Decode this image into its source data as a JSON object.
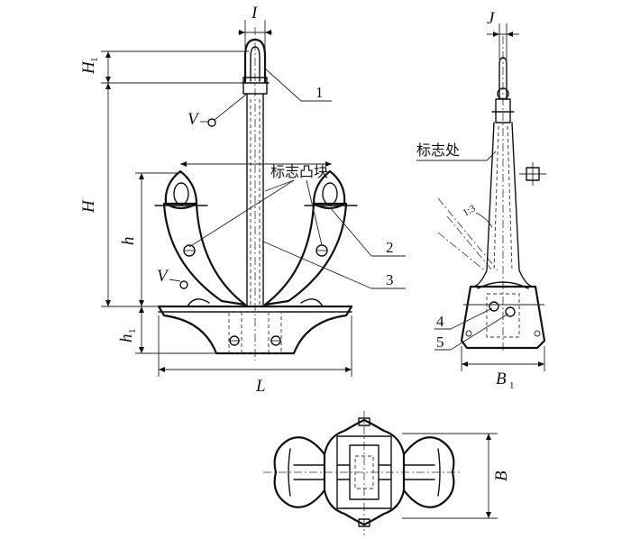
{
  "dimensions": {
    "I": "I",
    "H1": "H",
    "H1_sub": "1",
    "H": "H",
    "h": "h",
    "h1": "h",
    "h1_sub": "1",
    "L": "L",
    "J": "J",
    "B1": "B",
    "B1_sub": "1",
    "B": "B"
  },
  "symbols": {
    "V_top": "V",
    "V_bottom": "V"
  },
  "callouts": {
    "c1": "1",
    "c2": "2",
    "c3": "3",
    "c4": "4",
    "c5": "5"
  },
  "notes": {
    "mark_block": "标志凸块",
    "mark_place": "标志处"
  },
  "angle_label": "1:3"
}
